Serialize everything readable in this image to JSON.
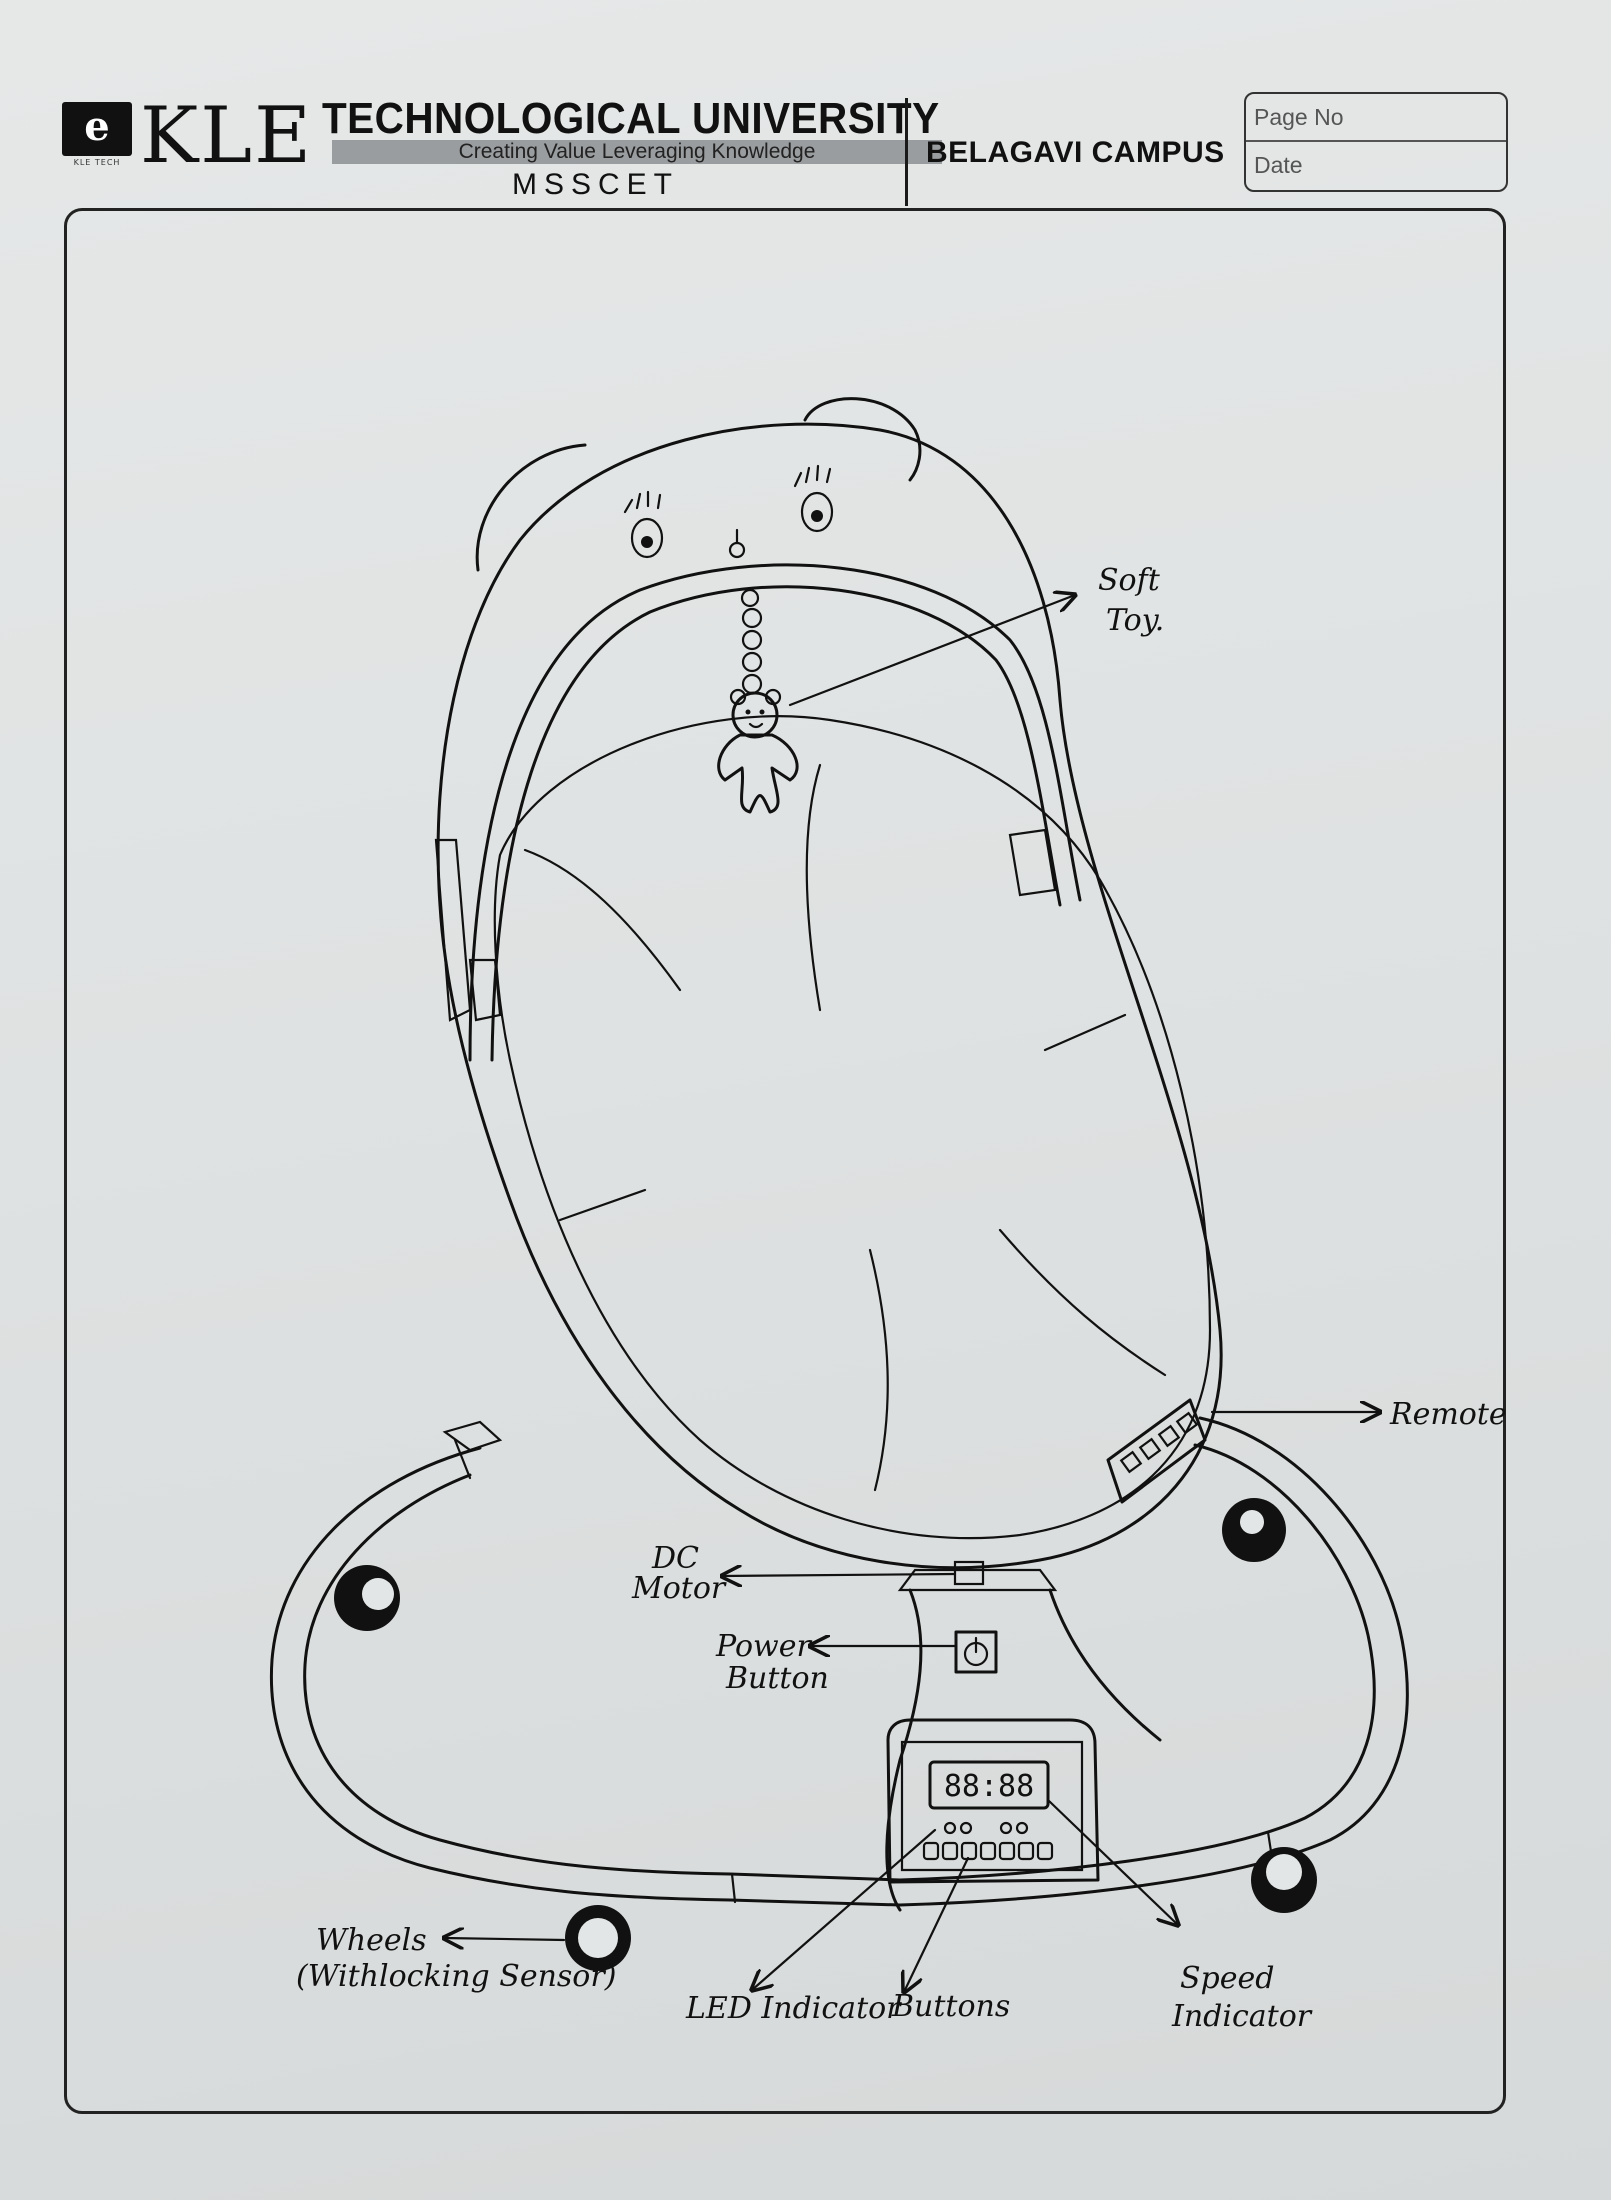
{
  "header": {
    "logo_brand": "KLE",
    "university": "TECHNOLOGICAL UNIVERSITY",
    "tagline": "Creating Value Leveraging Knowledge",
    "college_code": "MSSCET",
    "campus": "BELAGAVI CAMPUS",
    "page_no_label": "Page No",
    "date_label": "Date"
  },
  "diagram": {
    "labels": {
      "soft_toy": [
        "Soft",
        "Toy."
      ],
      "remote": "Remote",
      "dc_motor": [
        "DC",
        "Motor"
      ],
      "power_button": [
        "Power",
        "Button"
      ],
      "wheels": [
        "Wheels",
        "(Withlocking Sensor)"
      ],
      "led_indicator": "LED Indicator",
      "buttons": "Buttons",
      "speed_indicator": [
        "Speed",
        "Indicator"
      ]
    }
  }
}
